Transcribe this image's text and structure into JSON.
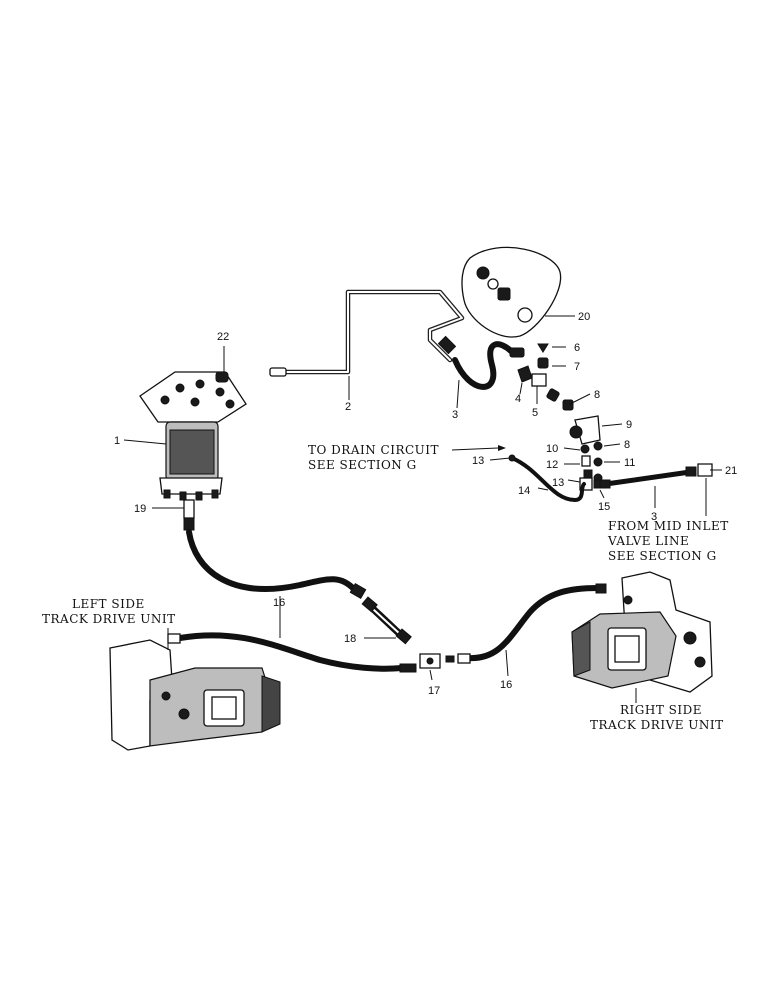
{
  "callouts": {
    "c1": "1",
    "c2": "2",
    "c3a": "3",
    "c3b": "3",
    "c4": "4",
    "c5": "5",
    "c6": "6",
    "c7": "7",
    "c8a": "8",
    "c8b": "8",
    "c9": "9",
    "c10": "10",
    "c11": "11",
    "c12": "12",
    "c13a": "13",
    "c13b": "13",
    "c14": "14",
    "c15": "15",
    "c16a": "16",
    "c16b": "16",
    "c17": "17",
    "c18": "18",
    "c19": "19",
    "c20": "20",
    "c21": "21",
    "c22": "22"
  },
  "notes": {
    "drain_line1": "TO DRAIN CIRCUIT",
    "drain_line2": "SEE SECTION G",
    "inlet_line1": "FROM MID INLET",
    "inlet_line2": "VALVE LINE",
    "inlet_line3": "SEE SECTION G",
    "left_line1": "LEFT SIDE",
    "left_line2": "TRACK DRIVE UNIT",
    "right_line1": "RIGHT SIDE",
    "right_line2": "TRACK DRIVE UNIT"
  }
}
